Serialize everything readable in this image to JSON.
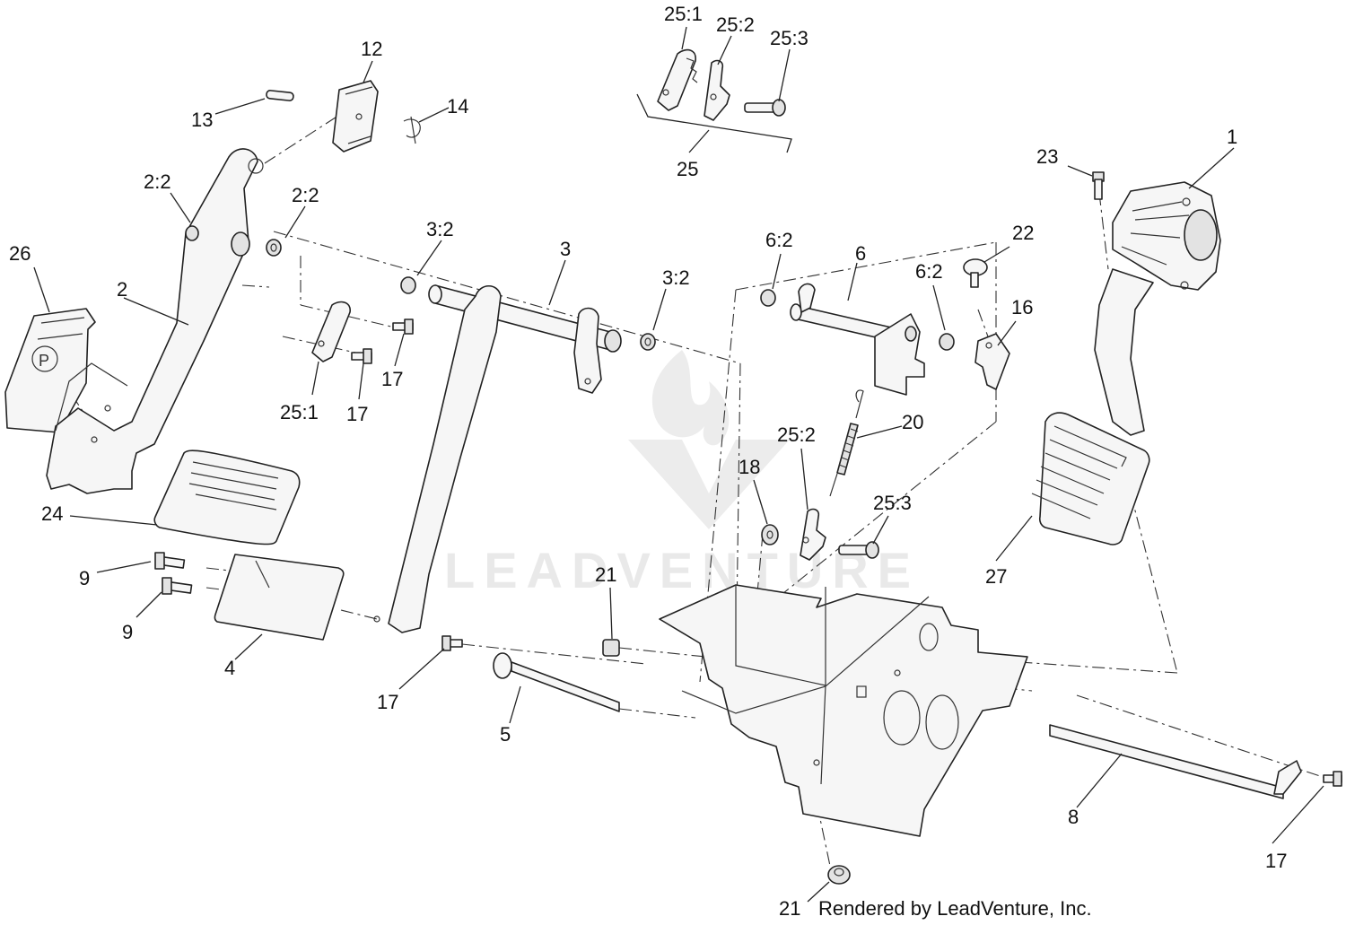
{
  "watermark": "LEADVENTURE",
  "credit": "Rendered by LeadVenture, Inc.",
  "callouts": {
    "c1": "1",
    "c2": "2",
    "c2_2a": "2:2",
    "c2_2b": "2:2",
    "c3": "3",
    "c3_2a": "3:2",
    "c3_2b": "3:2",
    "c4": "4",
    "c5": "5",
    "c6": "6",
    "c6_2a": "6:2",
    "c6_2b": "6:2",
    "c8": "8",
    "c9a": "9",
    "c9b": "9",
    "c12": "12",
    "c13": "13",
    "c14": "14",
    "c16": "16",
    "c17a": "17",
    "c17b": "17",
    "c17c": "17",
    "c17d": "17",
    "c18": "18",
    "c20": "20",
    "c21a": "21",
    "c21b": "21",
    "c22": "22",
    "c23": "23",
    "c24": "24",
    "c25": "25",
    "c25_1a": "25:1",
    "c25_1b": "25:1",
    "c25_2a": "25:2",
    "c25_2b": "25:2",
    "c25_3a": "25:3",
    "c25_3b": "25:3",
    "c26": "26",
    "c27": "27"
  }
}
